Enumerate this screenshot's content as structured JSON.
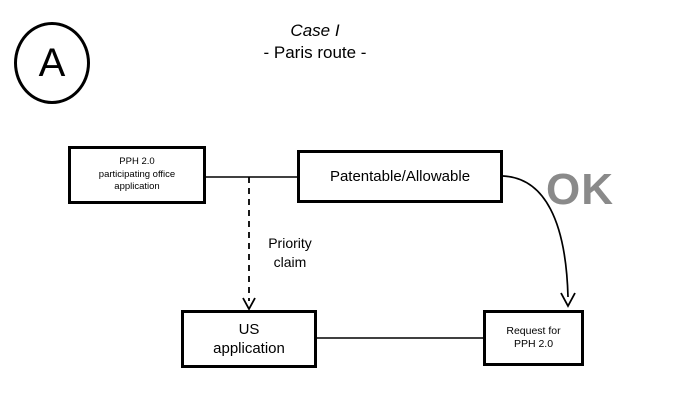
{
  "diagram": {
    "badge": {
      "letter": "A",
      "name": "case-label-a"
    },
    "title": "Case I",
    "subtitle": "- Paris route -",
    "nodes": [
      {
        "id": "foreign-app",
        "label": "PPH 2.0\nparticipating office\napplication"
      },
      {
        "id": "patentable",
        "label": "Patentable/Allowable"
      },
      {
        "id": "us-app",
        "label": "US\napplication"
      },
      {
        "id": "request",
        "label": "Request for\nPPH 2.0"
      }
    ],
    "annotations": {
      "priority_claim": "Priority\nclaim",
      "ok": "OK"
    },
    "colors": {
      "stroke": "#000000",
      "ok_text": "#8a8a8a",
      "background": "#ffffff"
    }
  }
}
